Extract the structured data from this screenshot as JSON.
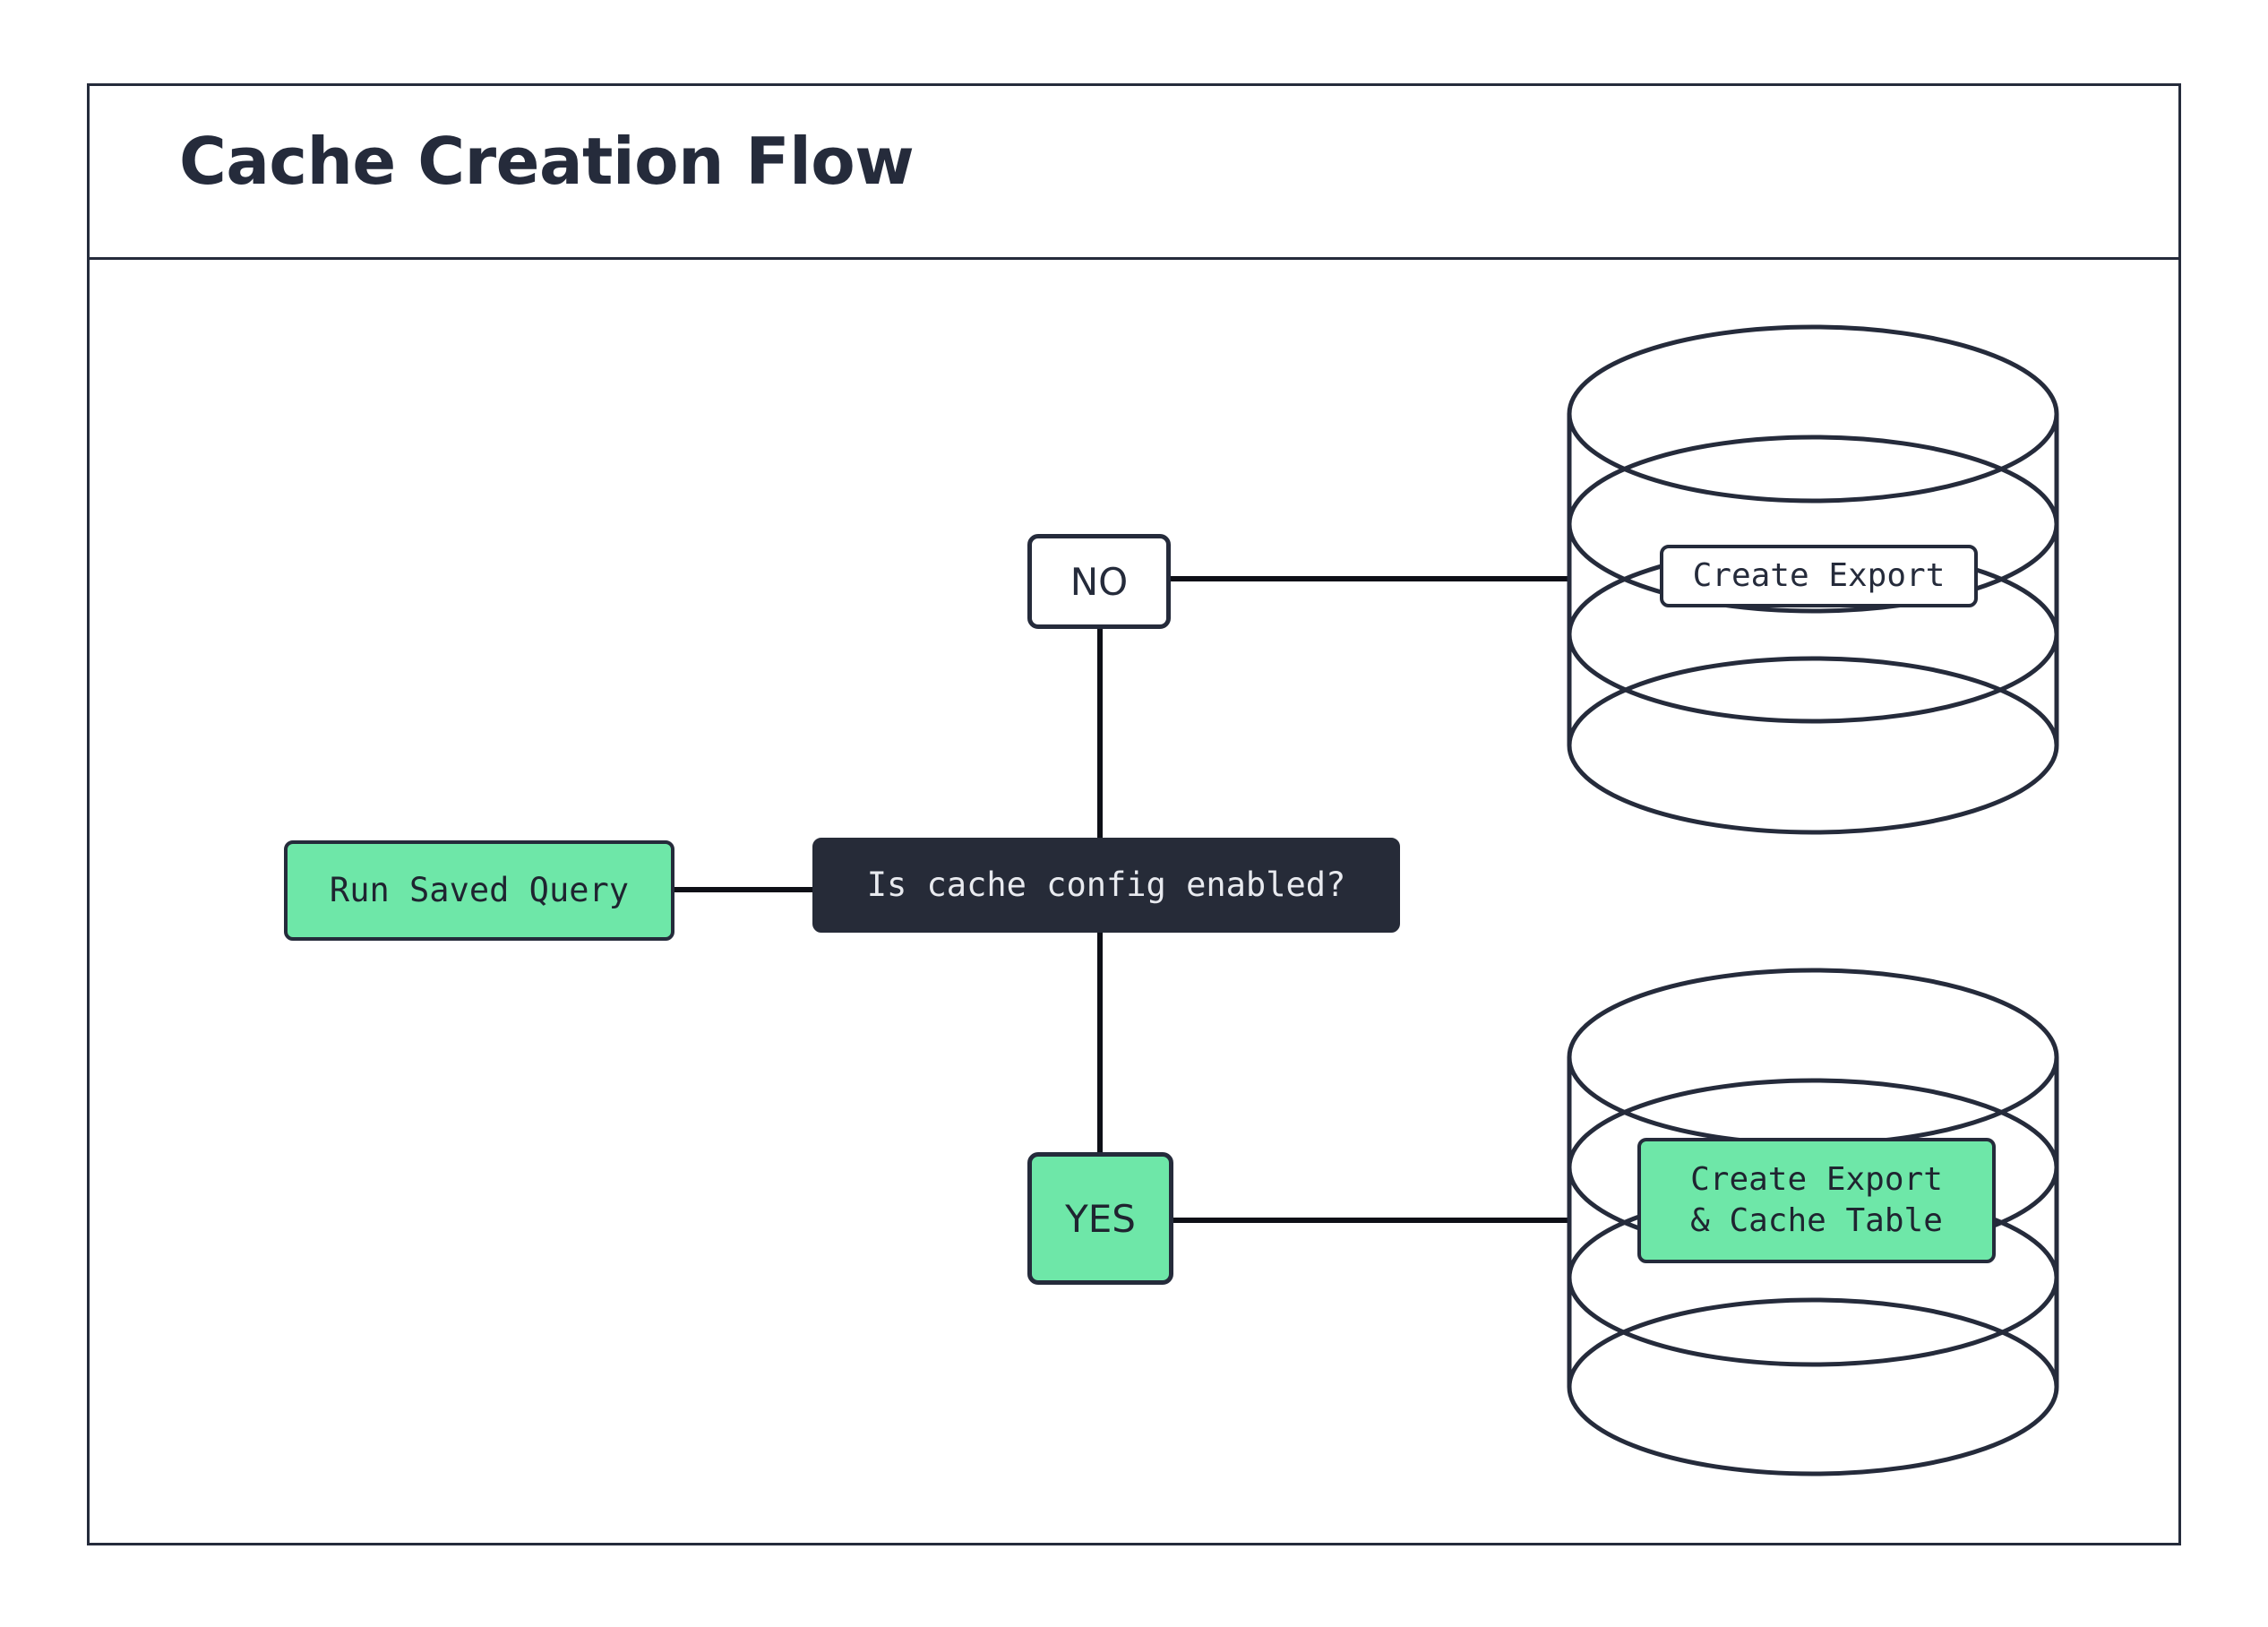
{
  "diagram": {
    "title": "Cache Creation Flow",
    "frame": {
      "border_color": "#252b3b",
      "background": "#ffffff"
    },
    "colors": {
      "accent_green": "#6ee7a8",
      "dark_node": "#262b38",
      "stroke": "#252b3b",
      "light_text": "#e8eaef"
    },
    "nodes": [
      {
        "id": "run-saved-query",
        "label": "Run Saved Query",
        "shape": "rounded-rect",
        "fill": "#6ee7a8",
        "text_color": "#1f2430"
      },
      {
        "id": "decision",
        "label": "Is cache config enabled?",
        "shape": "rounded-rect",
        "fill": "#262b38",
        "text_color": "#e8eaef"
      },
      {
        "id": "no-label",
        "label": "NO",
        "shape": "rounded-rect",
        "fill": "#ffffff",
        "text_color": "#252b3b"
      },
      {
        "id": "yes-label",
        "label": "YES",
        "shape": "rounded-rect",
        "fill": "#6ee7a8",
        "text_color": "#1f2430"
      },
      {
        "id": "db-top",
        "label": "Create Export",
        "shape": "database-cylinder",
        "fill": "#ffffff",
        "text_color": "#252b3b"
      },
      {
        "id": "db-bottom",
        "label": "Create Export\n& Cache Table",
        "shape": "database-cylinder",
        "fill": "#6ee7a8",
        "text_color": "#1f2430"
      }
    ],
    "edges": [
      {
        "from": "run-saved-query",
        "to": "decision",
        "label": ""
      },
      {
        "from": "decision",
        "to": "no-label",
        "label": "NO"
      },
      {
        "from": "decision",
        "to": "yes-label",
        "label": "YES"
      },
      {
        "from": "no-label",
        "to": "db-top",
        "label": ""
      },
      {
        "from": "yes-label",
        "to": "db-bottom",
        "label": ""
      }
    ]
  }
}
